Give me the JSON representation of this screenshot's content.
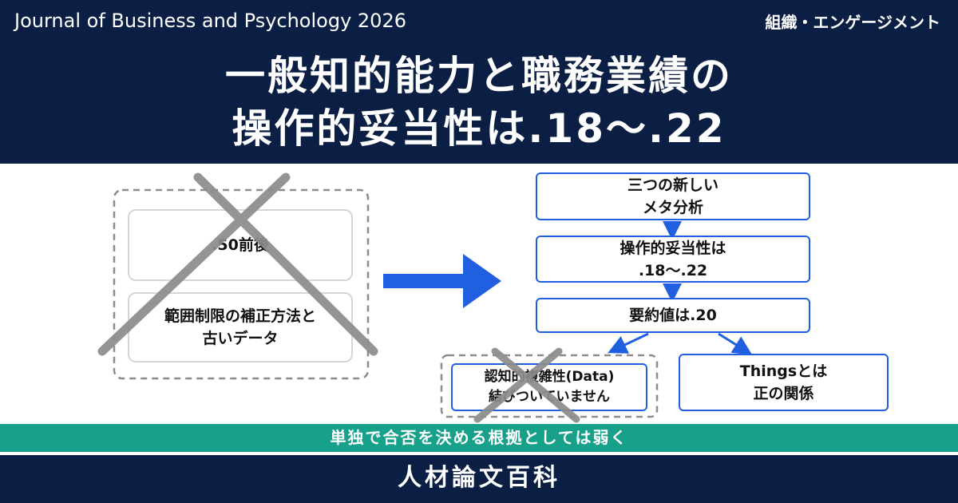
{
  "header": {
    "journal": "Journal of Business and Psychology 2026",
    "category": "組織・エンゲージメント",
    "title_line1": "一般知的能力と職務業績の",
    "title_line2": "操作的妥当性は.18〜.22"
  },
  "old_view": {
    "item1": ".50前後",
    "item2_line1": "範囲制限の補正方法と",
    "item2_line2": "古いデータ"
  },
  "flow": {
    "step1_line1": "三つの新しい",
    "step1_line2": "メタ分析",
    "step2_line1": "操作的妥当性は",
    "step2_line2": ".18〜.22",
    "step3": "要約値は.20",
    "left_branch_line1": "認知的複雑性(Data)",
    "left_branch_line2": "結びついていません",
    "right_branch_line1": "Thingsとは",
    "right_branch_line2": "正の関係"
  },
  "band": {
    "text": "単独で合否を決める根拠としては弱く"
  },
  "footer": {
    "brand": "人材論文百科"
  },
  "colors": {
    "navy": "#0b1f44",
    "blue": "#1f5fe0",
    "teal": "#17a08a",
    "cross": "#8c8c8c"
  }
}
